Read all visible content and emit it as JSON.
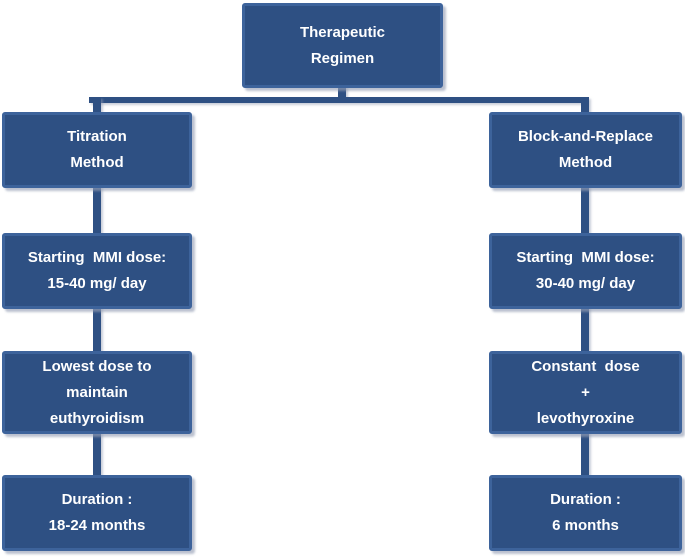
{
  "figure": {
    "background": "#ffffff",
    "box_fill": "#2e5083",
    "box_border": "#3d639b",
    "connector_color": "#2e5083",
    "text_color": "#ffffff"
  },
  "diagram": {
    "root": {
      "lines": [
        "Therapeutic",
        "Regimen"
      ]
    },
    "branches": [
      {
        "name": "titration-method",
        "nodes": [
          {
            "lines": [
              "Titration",
              "Method"
            ]
          },
          {
            "lines": [
              "Starting  MMI dose:",
              "15-40 mg/ day"
            ]
          },
          {
            "lines": [
              "Lowest dose to",
              "maintain",
              "euthyroidism"
            ]
          },
          {
            "lines": [
              "Duration :",
              "18-24 months"
            ]
          }
        ]
      },
      {
        "name": "block-and-replace-method",
        "nodes": [
          {
            "lines": [
              "Block-and-Replace",
              "Method"
            ]
          },
          {
            "lines": [
              "Starting  MMI dose:",
              "30-40 mg/ day"
            ]
          },
          {
            "lines": [
              "Constant  dose",
              "+",
              "levothyroxine"
            ]
          },
          {
            "lines": [
              "Duration :",
              "6 months"
            ]
          }
        ]
      }
    ]
  }
}
